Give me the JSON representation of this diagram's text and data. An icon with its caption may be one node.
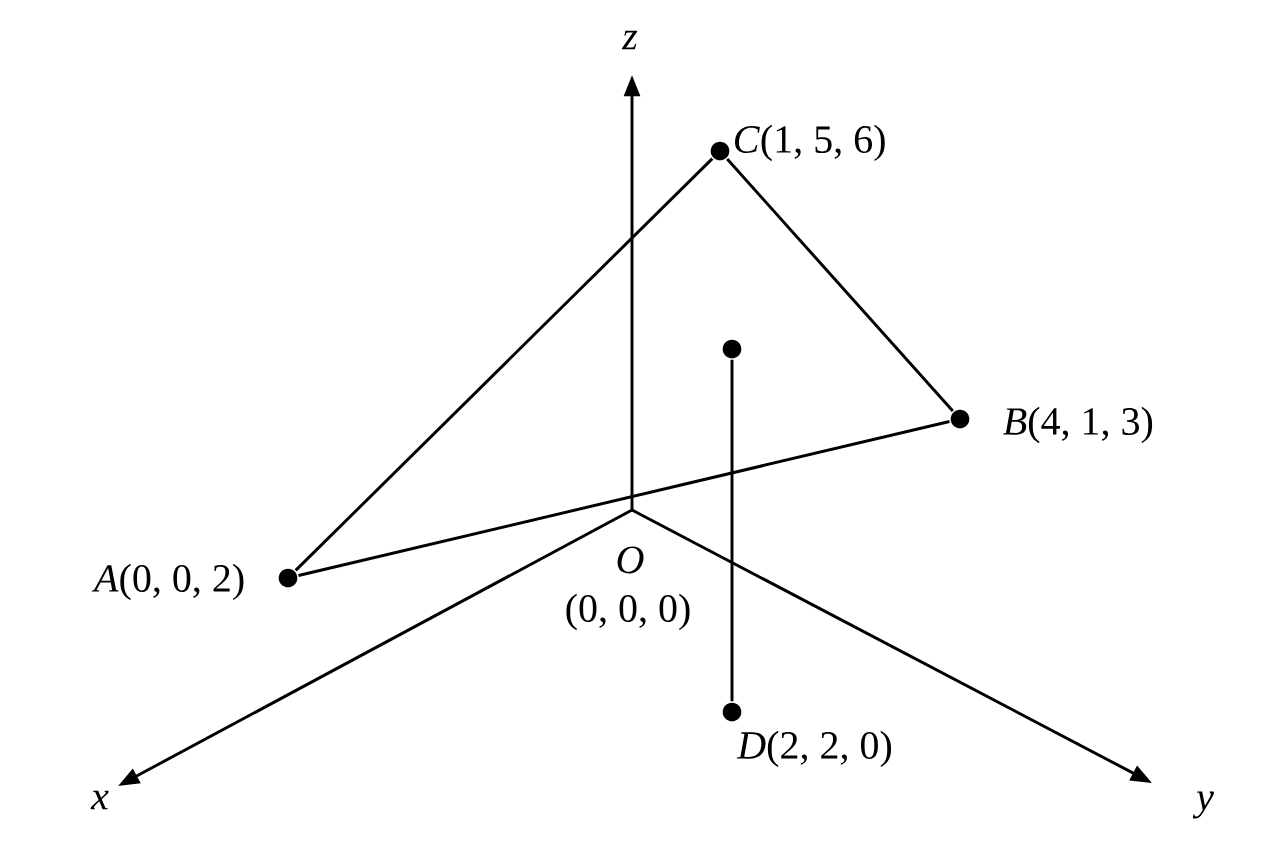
{
  "diagram": {
    "nodes": [
      {
        "text": [],
        "shape": "circle",
        "beside": [
          "*C*(1, 5, 6)"
        ]
      },
      {
        "text": [],
        "shape": "circle"
      },
      {
        "text": [],
        "shape": "circle",
        "beside": [
          "*B*(4, 1, 3)"
        ]
      },
      {
        "text": [],
        "shape": "circle",
        "beside": [
          "*A*(0, 0, 2)"
        ]
      },
      {
        "text": [],
        "shape": "circle",
        "beside": [
          "*D*(2, 2, 0)"
        ]
      }
    ],
    "edges": [
      {
        "from": 3,
        "to": 0,
        "arrow": "none"
      },
      {
        "from": 0,
        "to": 2,
        "arrow": "none"
      },
      {
        "from": 2,
        "to": 3,
        "arrow": "none"
      },
      {
        "from": 1,
        "to": 4,
        "arrow": "none"
      }
    ],
    "labels": [
      "z",
      "O",
      "(0, 0, 0)",
      "x",
      "y"
    ]
  }
}
